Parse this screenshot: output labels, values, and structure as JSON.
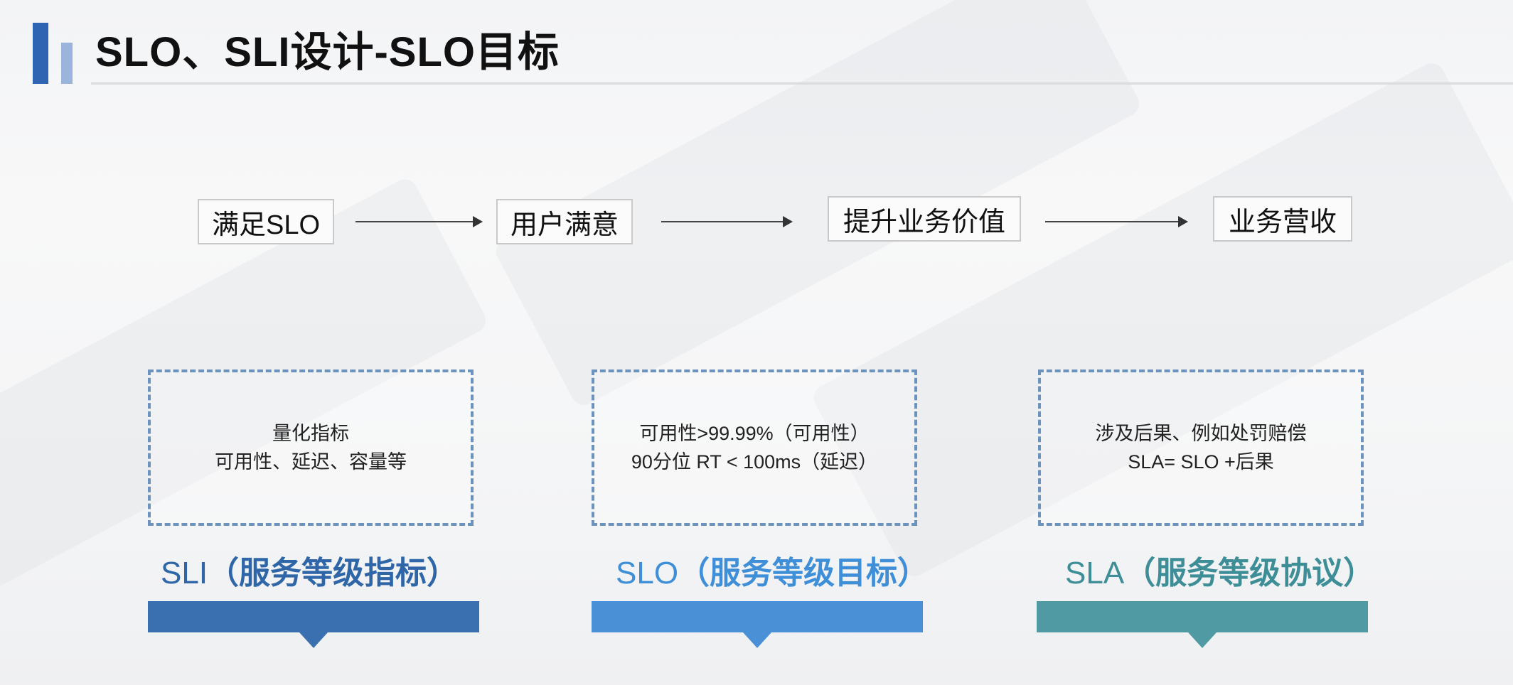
{
  "slide": {
    "title": "SLO、SLI设计-SLO目标"
  },
  "flow": {
    "steps": [
      "满足SLO",
      "用户满意",
      "提升业务价值",
      "业务营收"
    ]
  },
  "cards": [
    {
      "lines": [
        "量化指标",
        "可用性、延迟、容量等"
      ],
      "label_prefix": "SLI",
      "label_rest": "（服务等级指标）",
      "label_color": "#2f66a8",
      "band_color": "#3a6fb0"
    },
    {
      "lines": [
        "可用性>99.99%（可用性）",
        "90分位 RT < 100ms（延迟）"
      ],
      "label_prefix": "SLO",
      "label_rest": "（服务等级目标）",
      "label_color": "#3f8fd8",
      "band_color": "#4a90d6"
    },
    {
      "lines": [
        "涉及后果、例如处罚赔偿",
        "SLA= SLO +后果"
      ],
      "label_prefix": "SLA",
      "label_rest": "（服务等级协议）",
      "label_color": "#3e8e97",
      "band_color": "#4f9aa3"
    }
  ],
  "colors": {
    "logo_dark": "#2f64b3",
    "logo_light": "#9ab4dc"
  }
}
